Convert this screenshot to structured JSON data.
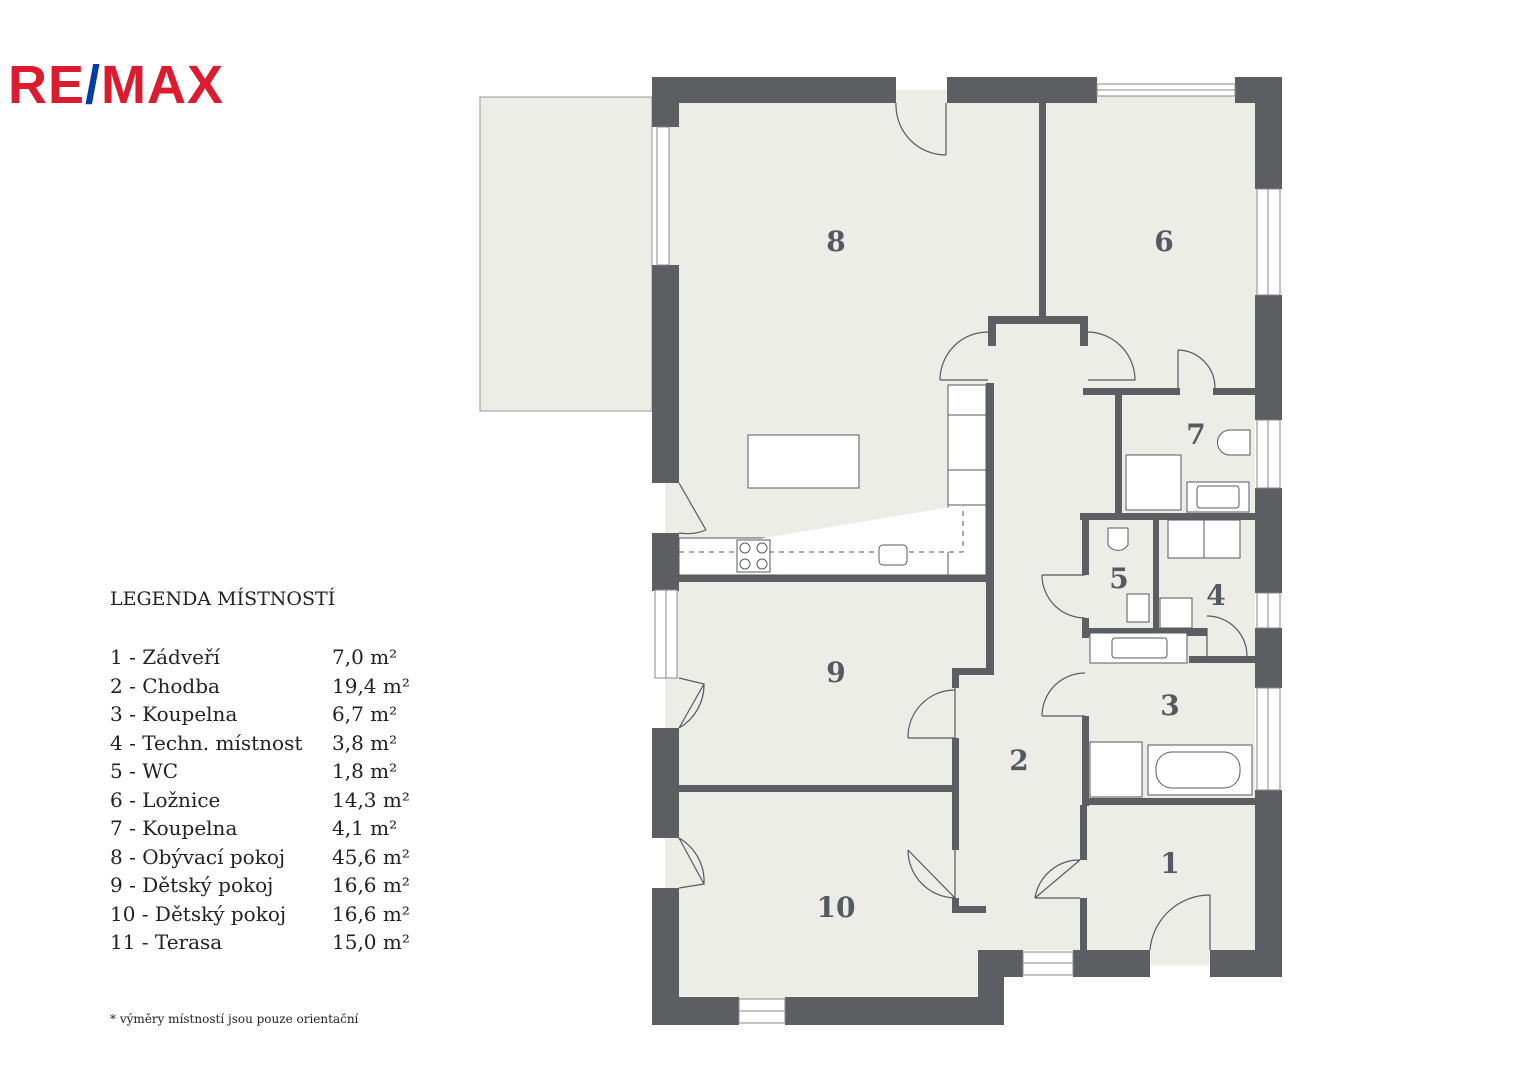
{
  "brand": {
    "logo_left": "RE",
    "logo_slash": "/",
    "logo_right": "MAX",
    "red": "#dc1c2e",
    "blue": "#003da5"
  },
  "colors": {
    "wall": "#5c5e62",
    "floor": "#ebede6",
    "line": "#555a60"
  },
  "legend": {
    "title": "LEGENDA MÍSTNOSTÍ",
    "rooms": [
      {
        "label": "1 - Zádveří",
        "area": "7,0 m²"
      },
      {
        "label": "2 - Chodba",
        "area": "19,4 m²"
      },
      {
        "label": "3 - Koupelna",
        "area": "6,7 m²"
      },
      {
        "label": "4 - Techn. místnost",
        "area": "3,8 m²"
      },
      {
        "label": "5 - WC",
        "area": "1,8  m²"
      },
      {
        "label": "6 - Ložnice",
        "area": "14,3 m²"
      },
      {
        "label": "7 - Koupelna",
        "area": "4,1 m²"
      },
      {
        "label": "8 - Obývací pokoj",
        "area": "45,6 m²"
      },
      {
        "label": "9 - Dětský pokoj",
        "area": "16,6 m²"
      },
      {
        "label": "10 - Dětský pokoj",
        "area": "16,6 m²"
      },
      {
        "label": "11 - Terasa",
        "area": "15,0 m²"
      }
    ]
  },
  "footnote": "*  výměry místností jsou pouze orientační",
  "plan": {
    "room_numbers": [
      "1",
      "2",
      "3",
      "4",
      "5",
      "6",
      "7",
      "8",
      "9",
      "10"
    ]
  }
}
